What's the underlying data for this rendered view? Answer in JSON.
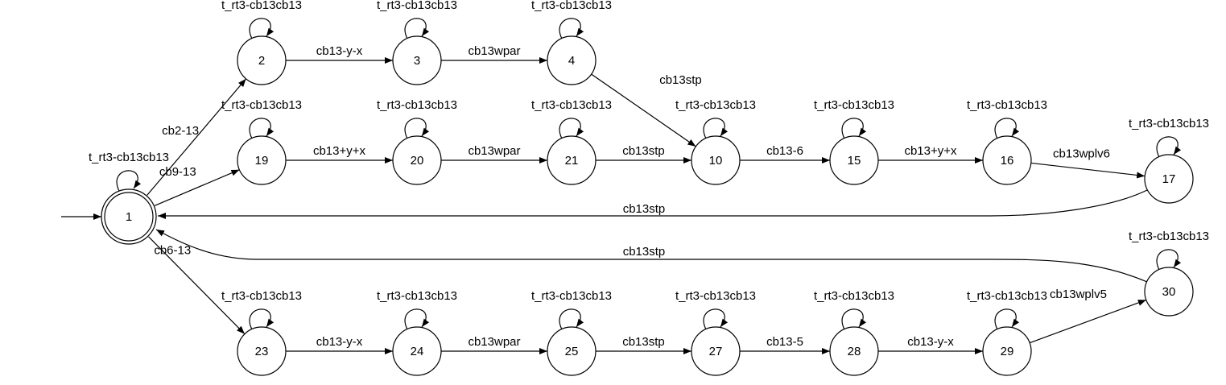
{
  "diagram": {
    "type": "state-machine",
    "start_state": "1",
    "accepting_states": [
      "1"
    ],
    "states": [
      "1",
      "2",
      "3",
      "4",
      "19",
      "20",
      "21",
      "10",
      "15",
      "16",
      "17",
      "23",
      "24",
      "25",
      "27",
      "28",
      "29",
      "30"
    ],
    "self_loop_label": "t_rt3-cb13cb13",
    "self_loops": [
      "1",
      "2",
      "3",
      "4",
      "19",
      "20",
      "21",
      "10",
      "15",
      "16",
      "17",
      "23",
      "24",
      "25",
      "27",
      "28",
      "29",
      "30"
    ],
    "transitions": [
      {
        "from": "1",
        "to": "2",
        "label": "cb2-13"
      },
      {
        "from": "2",
        "to": "3",
        "label": "cb13-y-x"
      },
      {
        "from": "3",
        "to": "4",
        "label": "cb13wpar"
      },
      {
        "from": "4",
        "to": "10",
        "label": "cb13stp"
      },
      {
        "from": "1",
        "to": "19",
        "label": "cb9-13"
      },
      {
        "from": "19",
        "to": "20",
        "label": "cb13+y+x"
      },
      {
        "from": "20",
        "to": "21",
        "label": "cb13wpar"
      },
      {
        "from": "21",
        "to": "10",
        "label": "cb13stp"
      },
      {
        "from": "10",
        "to": "15",
        "label": "cb13-6"
      },
      {
        "from": "15",
        "to": "16",
        "label": "cb13+y+x"
      },
      {
        "from": "16",
        "to": "17",
        "label": "cb13wplv6"
      },
      {
        "from": "17",
        "to": "1",
        "label": "cb13stp"
      },
      {
        "from": "30",
        "to": "1",
        "label": "cb13stp"
      },
      {
        "from": "1",
        "to": "23",
        "label": "cb6-13"
      },
      {
        "from": "23",
        "to": "24",
        "label": "cb13-y-x"
      },
      {
        "from": "24",
        "to": "25",
        "label": "cb13wpar"
      },
      {
        "from": "25",
        "to": "27",
        "label": "cb13stp"
      },
      {
        "from": "27",
        "to": "28",
        "label": "cb13-5"
      },
      {
        "from": "28",
        "to": "29",
        "label": "cb13-y-x"
      },
      {
        "from": "29",
        "to": "30",
        "label": "cb13wplv5"
      }
    ]
  }
}
